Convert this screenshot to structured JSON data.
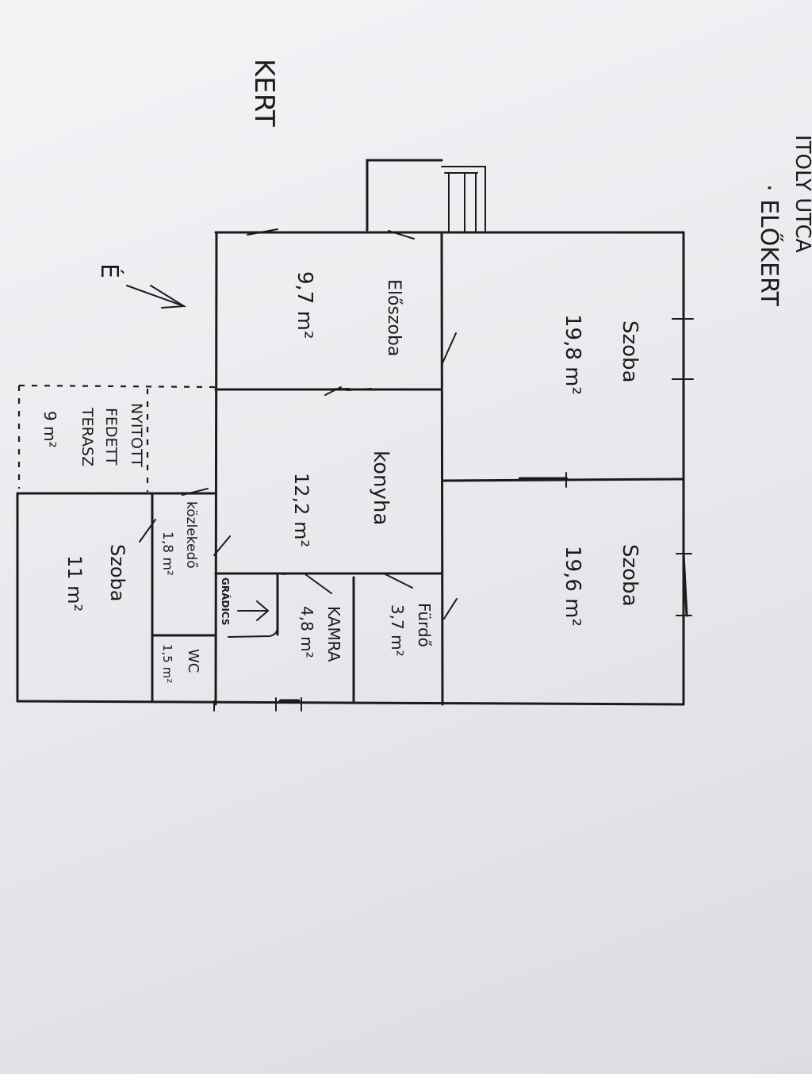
{
  "street": {
    "line1": "ITÓLY UTCA",
    "line2": "· ELŐKERT"
  },
  "garden_label": "KERT",
  "north_label": "É",
  "rooms": [
    {
      "id": "szoba-1",
      "name": "Szoba",
      "area": "19,8 m²"
    },
    {
      "id": "eloszoba",
      "name": "Előszoba",
      "area": "9,7 m²"
    },
    {
      "id": "szoba-2",
      "name": "Szoba",
      "area": "19,6 m²"
    },
    {
      "id": "konyha",
      "name": "konyha",
      "area": "12,2 m²"
    },
    {
      "id": "furdo",
      "name": "Fürdő",
      "area": "3,7 m²"
    },
    {
      "id": "kamra",
      "name": "KAMRA",
      "area": "4,8 m²"
    },
    {
      "id": "kozlekedo",
      "name": "közlekedő",
      "area": "1,8 m²"
    },
    {
      "id": "wc",
      "name": "WC",
      "area": "1,5 m²"
    },
    {
      "id": "szoba-3",
      "name": "Szoba",
      "area": "11 m²"
    }
  ],
  "terrace": {
    "line1": "NYITOTT",
    "line2": "FEDETT",
    "line3": "TERASZ",
    "area": "9 m²"
  },
  "stairs_label": "GRÁDICS"
}
